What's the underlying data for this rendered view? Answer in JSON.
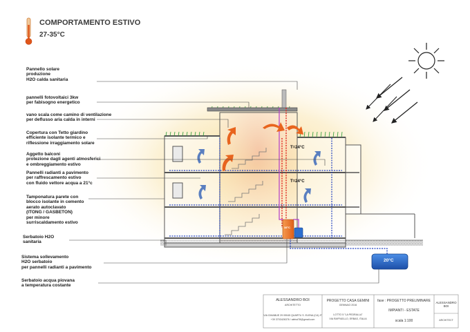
{
  "header": {
    "title": "COMPORTAMENTO ESTIVO",
    "temperature_range": "27-35°C"
  },
  "callouts": [
    {
      "id": "solar-panel",
      "lines": [
        "Pannello solare",
        "produzione",
        "H2O calda sanitaria"
      ]
    },
    {
      "id": "pv-panels",
      "lines": [
        "pannelli fotovoltaici 3kw",
        "per fabisogno energetico"
      ]
    },
    {
      "id": "stairwell",
      "lines": [
        "vano scala come camino di ventilazione",
        "per deflusso aria calda in interni"
      ]
    },
    {
      "id": "green-roof",
      "lines": [
        "Copertura con Tetto giardino",
        "efficiente isolante termico e",
        "riflessione irraggiamento solare"
      ]
    },
    {
      "id": "balconies",
      "lines": [
        "Aggetto balconi",
        "protezione dagli agenti atmosferici",
        "e ombreggiamento estivo"
      ]
    },
    {
      "id": "radiant-floor",
      "lines": [
        "Pannelli radianti a pavimento",
        "per raffrescamento estivo",
        "con fluido vettore acqua  a 21°c"
      ]
    },
    {
      "id": "wall-buffer",
      "lines": [
        "Tamponatura parete con",
        "blocco isolante in cemento",
        "aerato autoclavato",
        "(ITONG / GASBETON)",
        "per minore",
        "surriscaldamento estivo"
      ]
    },
    {
      "id": "dhw-tank",
      "lines": [
        "Serbatoio H2O",
        "sanitaria"
      ]
    },
    {
      "id": "lift-system",
      "lines": [
        "Sistema sollevamento",
        "H2O serbatoio",
        "per pannelli radianti a pavimento"
      ]
    },
    {
      "id": "rain-tank",
      "lines": [
        "Serbatoio acqua piovana",
        "a temperatura costante"
      ]
    }
  ],
  "temperatures": {
    "upper_floor": "T=24°C",
    "middle_floor": "T=24°C",
    "boiler": "38°C",
    "rain_tank": "20°C"
  },
  "colors": {
    "hot_air": "#e8641e",
    "cool_air": "#5a7fc0",
    "water_hot": "#e0231c",
    "water_cold": "#1f3fbf",
    "solar_pipe": "#b43cc8",
    "sun_glow": "#f5d58a",
    "tank": "#2d6fd0",
    "boiler": "#f0782a"
  },
  "title_block": {
    "architect": {
      "name": "ALESSANDRO BOI",
      "role": "ARCHITETTO",
      "address": "VIA CIMABUE 29  09045 QUARTU S. ELENA (CA) IT",
      "contact": "+39 3703426376 / aleboi78@gmail.com"
    },
    "project": {
      "name": "PROGETTO CASA GEMINI",
      "date": "GENNAIO 2016",
      "lot": "LOTTO 5  \"LA PEDRALLA\"",
      "location": "VIA RAFFAELLO, ERBAS, ITALIA"
    },
    "phase": {
      "label": "fase : PROGETTO PRELIMINARE",
      "sheet": "IMPIANTI - ESTATE",
      "scale": "scala  1:100"
    },
    "logo": {
      "name": "ALESSANDRO BOI",
      "sub": "ARCHITECT"
    }
  }
}
